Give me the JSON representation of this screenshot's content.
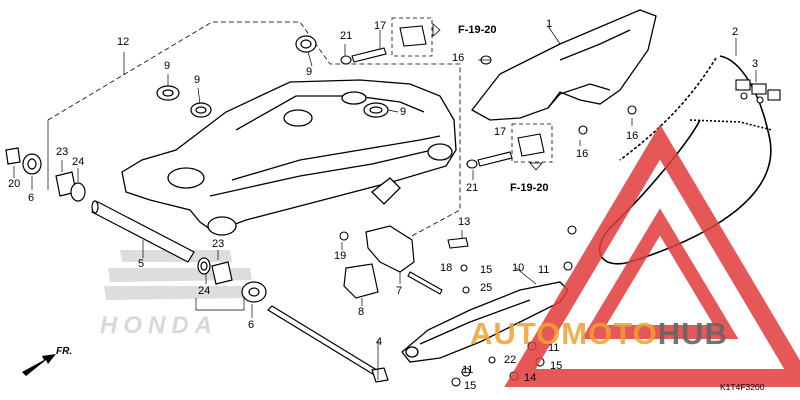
{
  "diagram": {
    "part_numbers": [
      "1",
      "2",
      "3",
      "4",
      "5",
      "6",
      "6",
      "7",
      "8",
      "9",
      "9",
      "9",
      "9",
      "10",
      "11",
      "11",
      "11",
      "12",
      "13",
      "14",
      "15",
      "15",
      "15",
      "16",
      "16",
      "16",
      "17",
      "17",
      "18",
      "19",
      "20",
      "21",
      "21",
      "22",
      "23",
      "23",
      "24",
      "24",
      "25"
    ],
    "references": [
      "F-19-20",
      "F-19-20"
    ],
    "direction_label": "FR.",
    "drawing_code": "K1T4F3200"
  },
  "watermark": {
    "text_part1": "AUTOMOTO",
    "text_part2": "HUB",
    "colors": {
      "logo_red": "#e23c3c",
      "text_orange": "#f0a030",
      "text_dark": "#666666"
    }
  },
  "brand_mark": {
    "text": "HONDA"
  }
}
